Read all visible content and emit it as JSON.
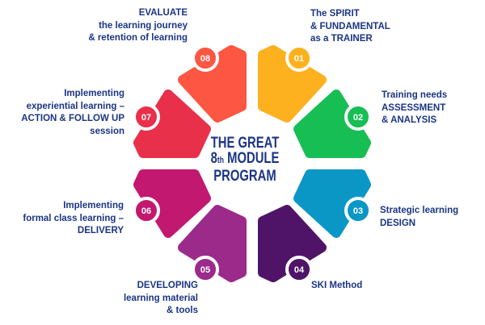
{
  "title": {
    "line1": "THE GREAT",
    "line2_num": "8",
    "line2_sup": "th",
    "line2_rest": " MODULE",
    "line3": "PROGRAM"
  },
  "modules": [
    {
      "number": "01",
      "color": "#FDB11E",
      "lines": [
        "The SPIRIT",
        "& FUNDAMENTAL",
        "as a TRAINER"
      ]
    },
    {
      "number": "02",
      "color": "#17BE53",
      "lines": [
        "Training needs",
        "ASSESSMENT",
        "& ANALYSIS"
      ]
    },
    {
      "number": "03",
      "color": "#0A97C6",
      "lines": [
        "Strategic learning",
        "DESIGN"
      ]
    },
    {
      "number": "04",
      "color": "#4F1467",
      "lines": [
        "SKI Method"
      ]
    },
    {
      "number": "05",
      "color": "#9B2A8A",
      "lines": [
        "DEVELOPING",
        "learning material",
        "& tools"
      ]
    },
    {
      "number": "06",
      "color": "#C2186F",
      "lines": [
        "Implementing",
        "formal class learning –",
        "DELIVERY"
      ]
    },
    {
      "number": "07",
      "color": "#E8304A",
      "lines": [
        "Implementing",
        "experiential learning –",
        "ACTION & FOLLOW UP",
        "session"
      ]
    },
    {
      "number": "08",
      "color": "#FD5642",
      "lines": [
        "EVALUATE",
        "the learning journey",
        "& retention of learning"
      ]
    }
  ]
}
